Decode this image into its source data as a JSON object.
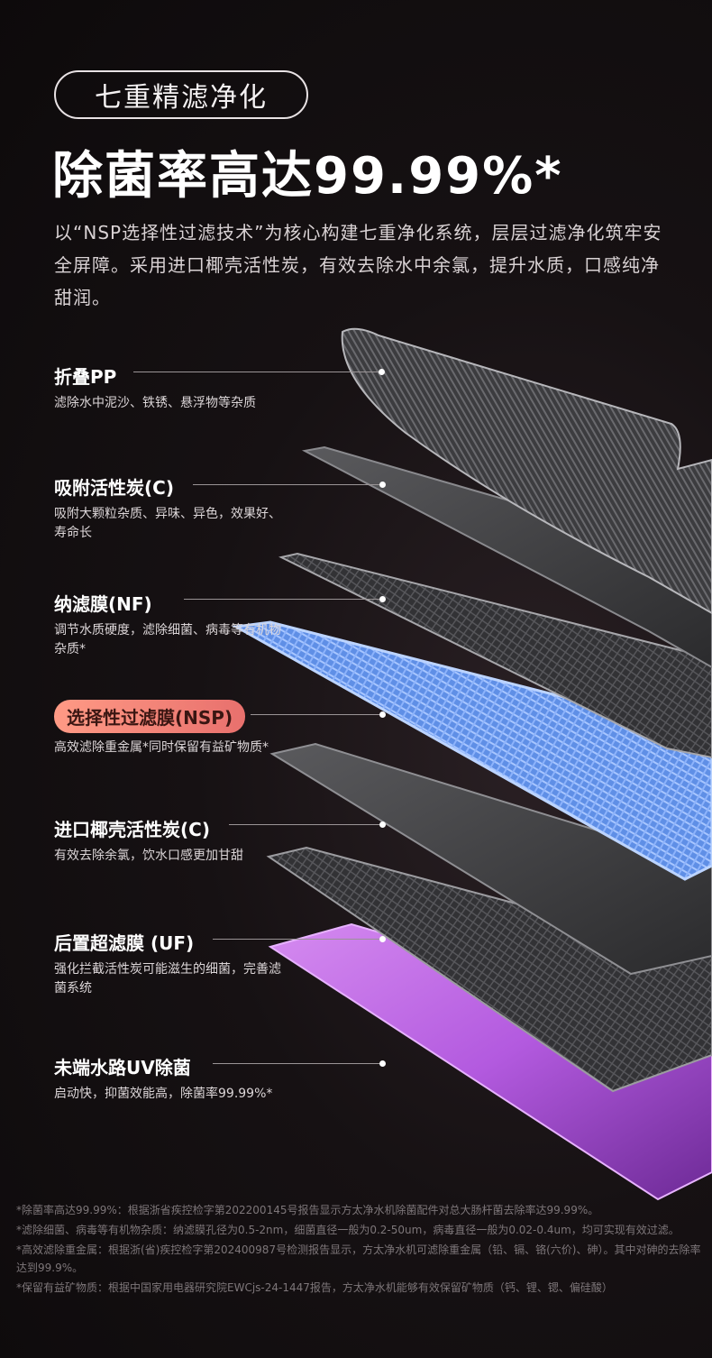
{
  "badge": "七重精滤净化",
  "headline": "除菌率高达99.99%*",
  "intro": "以“NSP选择性过滤技术”为核心构建七重净化系统，层层过滤净化筑牢安全屏障。采用进口椰壳活性炭，有效去除水中余氯，提升水质，口感纯净甜润。",
  "layers": [
    {
      "title": "折叠PP",
      "desc": "滤除水中泥沙、铁锈、悬浮物等杂质"
    },
    {
      "title": "吸附活性炭(C)",
      "desc": "吸附大颗粒杂质、异味、异色，效果好、寿命长"
    },
    {
      "title": "纳滤膜(NF)",
      "desc": "调节水质硬度，滤除细菌、病毒等有机物杂质*"
    },
    {
      "title": "选择性过滤膜(NSP)",
      "desc": "高效滤除重金属*同时保留有益矿物质*"
    },
    {
      "title": "进口椰壳活性炭(C)",
      "desc": "有效去除余氯，饮水口感更加甘甜"
    },
    {
      "title": "后置超滤膜 (UF)",
      "desc": "强化拦截活性炭可能滋生的细菌，完善滤菌系统"
    },
    {
      "title": "未端水路UV除菌",
      "desc": "启动快，抑菌效能高，除菌率99.99%*"
    }
  ],
  "footnotes": [
    "*除菌率高达99.99%：根据浙省疾控检字第202200145号报告显示方太净水机除菌配件对总大肠杆菌去除率达99.99%。",
    "*滤除细菌、病毒等有机物杂质：纳滤膜孔径为0.5-2nm，细菌直径一般为0.2-50um，病毒直径一般为0.02-0.4um，均可实现有效过滤。",
    "*高效滤除重金属：根据浙(省)疾控检字第202400987号检测报告显示，方太净水机可滤除重金属（铅、镉、铬(六价)、砷）。其中对砷的去除率达到99.9%。",
    "*保留有益矿物质：根据中国家用电器研究院EWCjs-24-1447报告，方太净水机能够有效保留矿物质（钙、锂、锶、偏硅酸）"
  ]
}
